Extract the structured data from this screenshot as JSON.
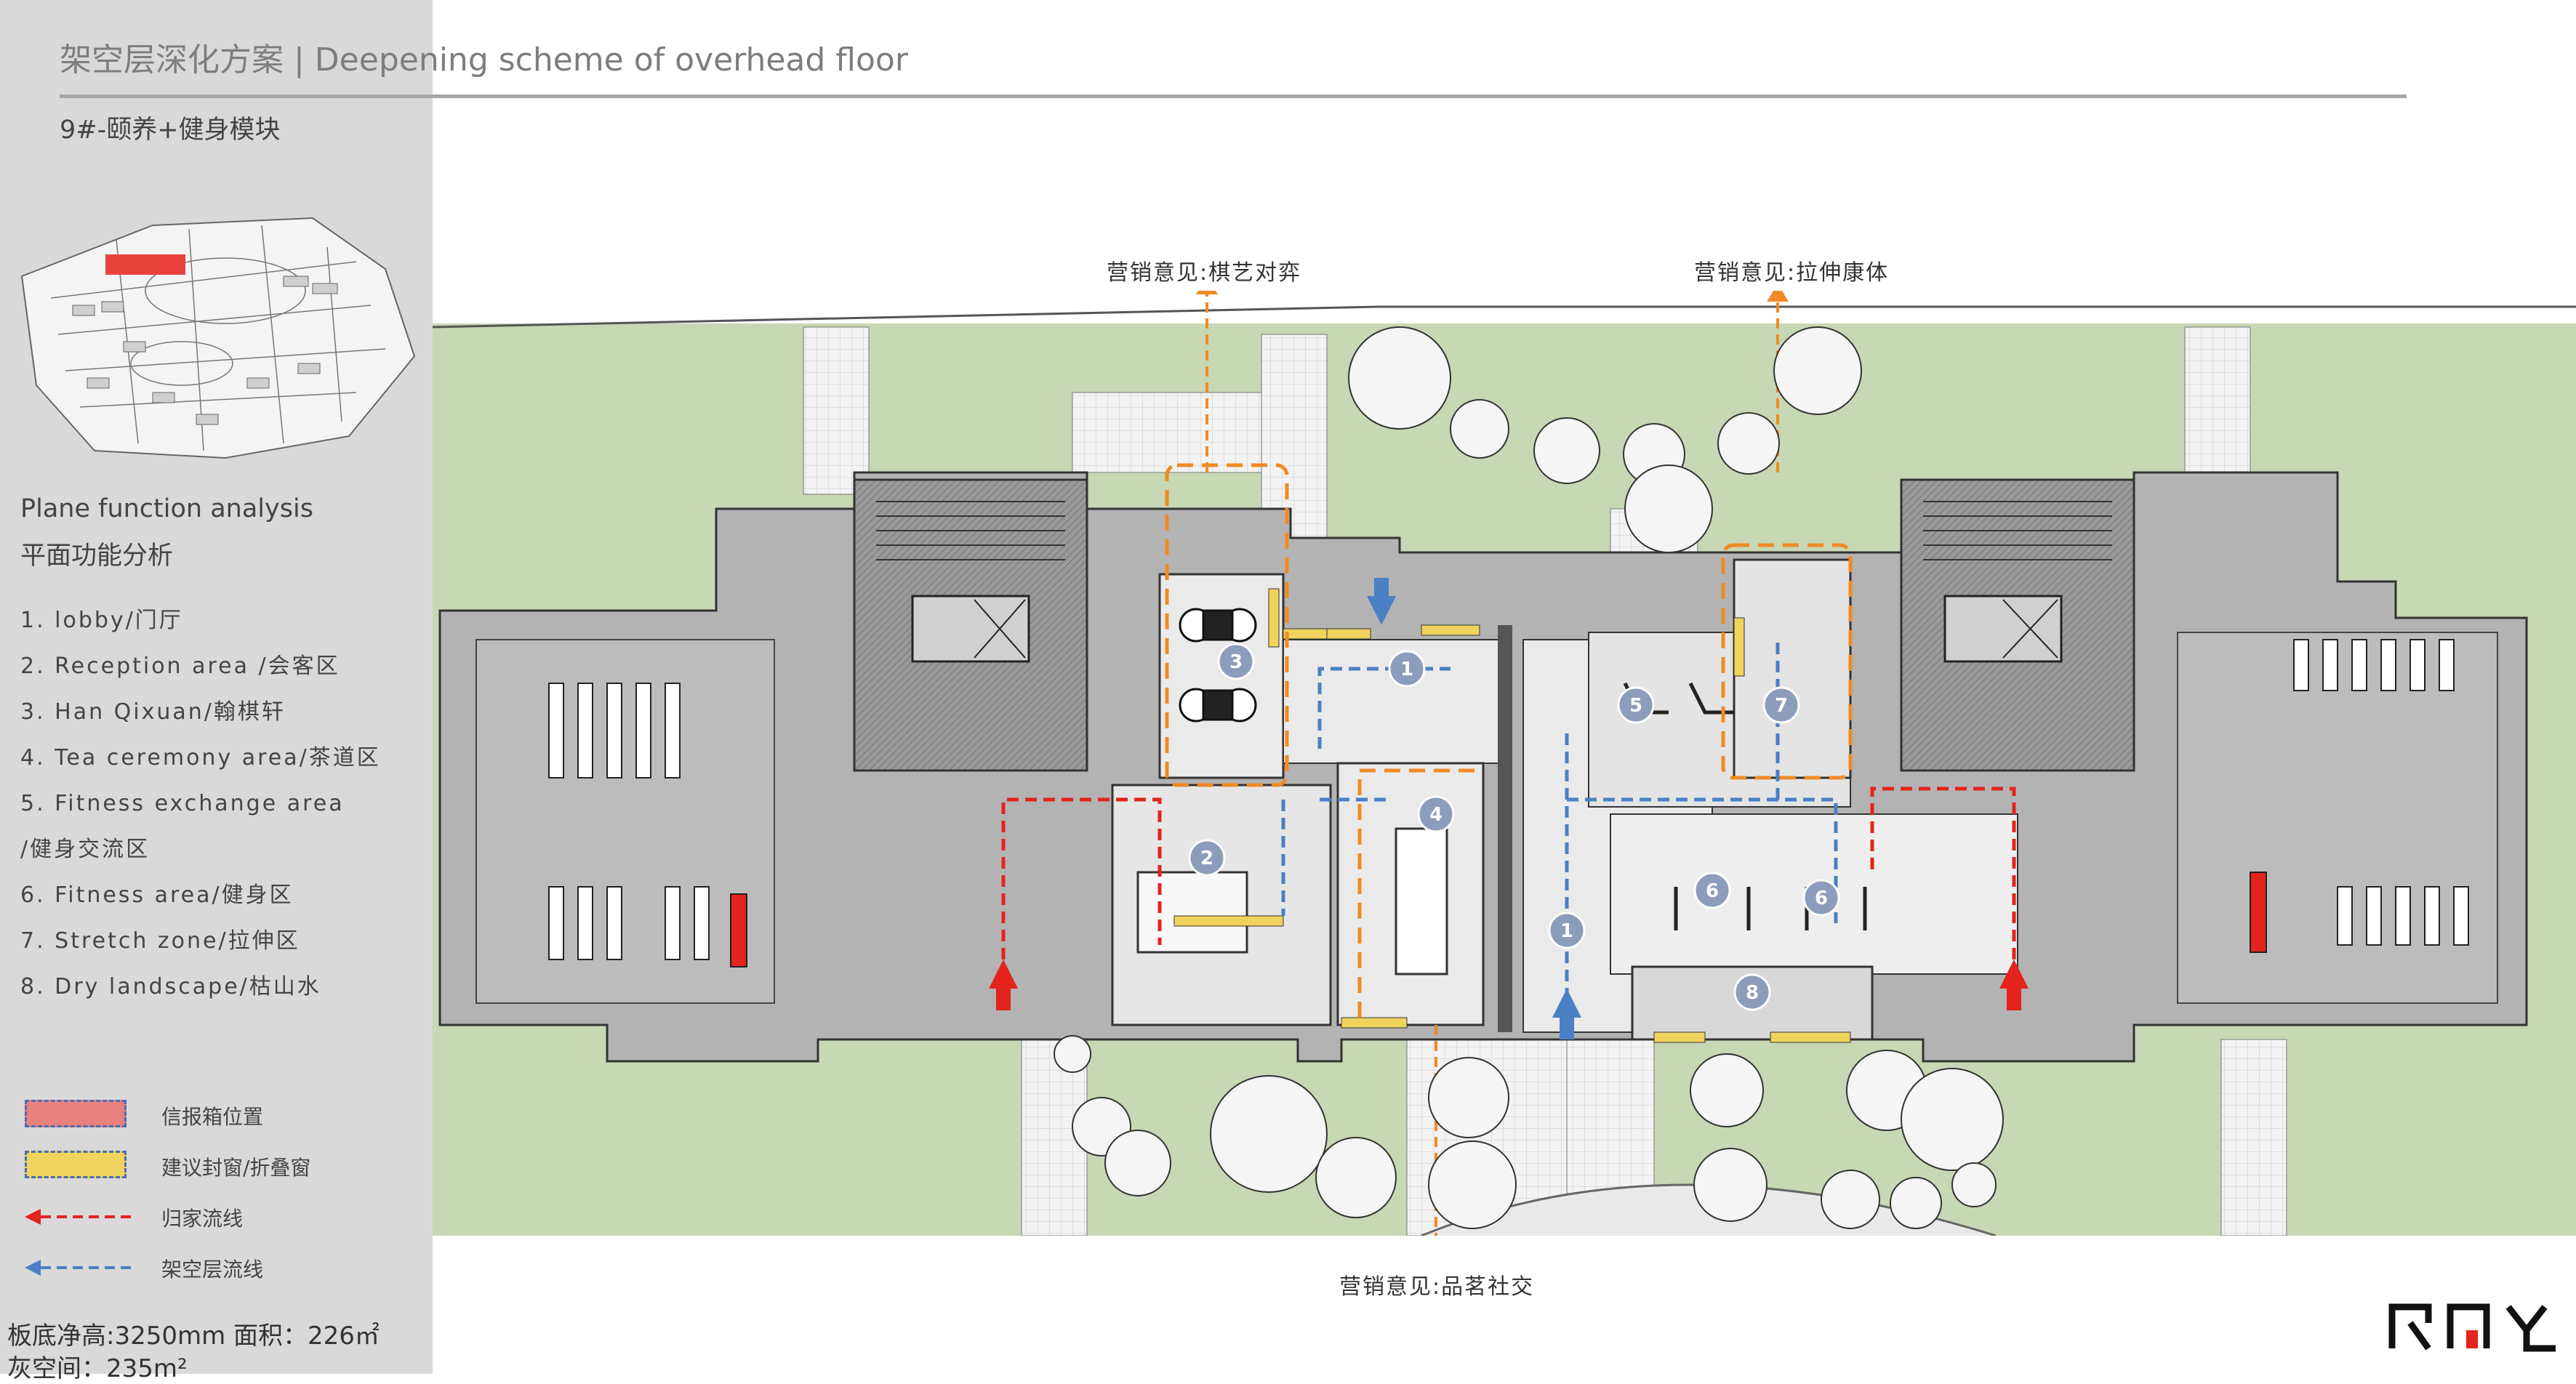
{
  "header": {
    "title": "架空层深化方案 | Deepening scheme of overhead floor",
    "subtitle": "9#-颐养+健身模块"
  },
  "function_analysis": {
    "title_en": "Plane function analysis",
    "title_cn": "平面功能分析",
    "items": [
      "1. lobby/门厅",
      "2. Reception area /会客区",
      "3. Han Qixuan/翰棋轩",
      "4. Tea ceremony area/茶道区",
      "5. Fitness exchange area",
      "/健身交流区",
      "6. Fitness area/健身区",
      "7. Stretch zone/拉伸区",
      "8. Dry landscape/枯山水"
    ]
  },
  "legend": [
    {
      "label": "信报箱位置",
      "type": "swatch",
      "color": "#e88080"
    },
    {
      "label": "建议封窗/折叠窗",
      "type": "swatch",
      "color": "#f0d35c"
    },
    {
      "label": "归家流线",
      "type": "arrow",
      "color": "#e3231c"
    },
    {
      "label": "架空层流线",
      "type": "arrow",
      "color": "#4b7fc4"
    }
  ],
  "stats": {
    "line1": "板底净高:3250mm      面积：226㎡",
    "line2": "灰空间：235m²"
  },
  "marketing": {
    "chess": "营销意见:棋艺对弈",
    "stretch": "营销意见:拉伸康体",
    "tea": "营销意见:品茗社交"
  },
  "markers": [
    "1",
    "2",
    "3",
    "4",
    "5",
    "6",
    "6",
    "7",
    "8",
    "1"
  ],
  "colors": {
    "sidebar_bg": "#d9d9d9",
    "lawn": "#c8d7b4",
    "building": "#b3b3b3",
    "activity_floor": "#eaeaea",
    "mailbox_red": "#e88080",
    "window_yellow": "#f0d35c",
    "home_flow_red": "#e3231c",
    "overhead_flow_blue": "#4b7fc4",
    "marketing_orange": "#f08a24",
    "marker_fill": "#8b9dbb"
  }
}
